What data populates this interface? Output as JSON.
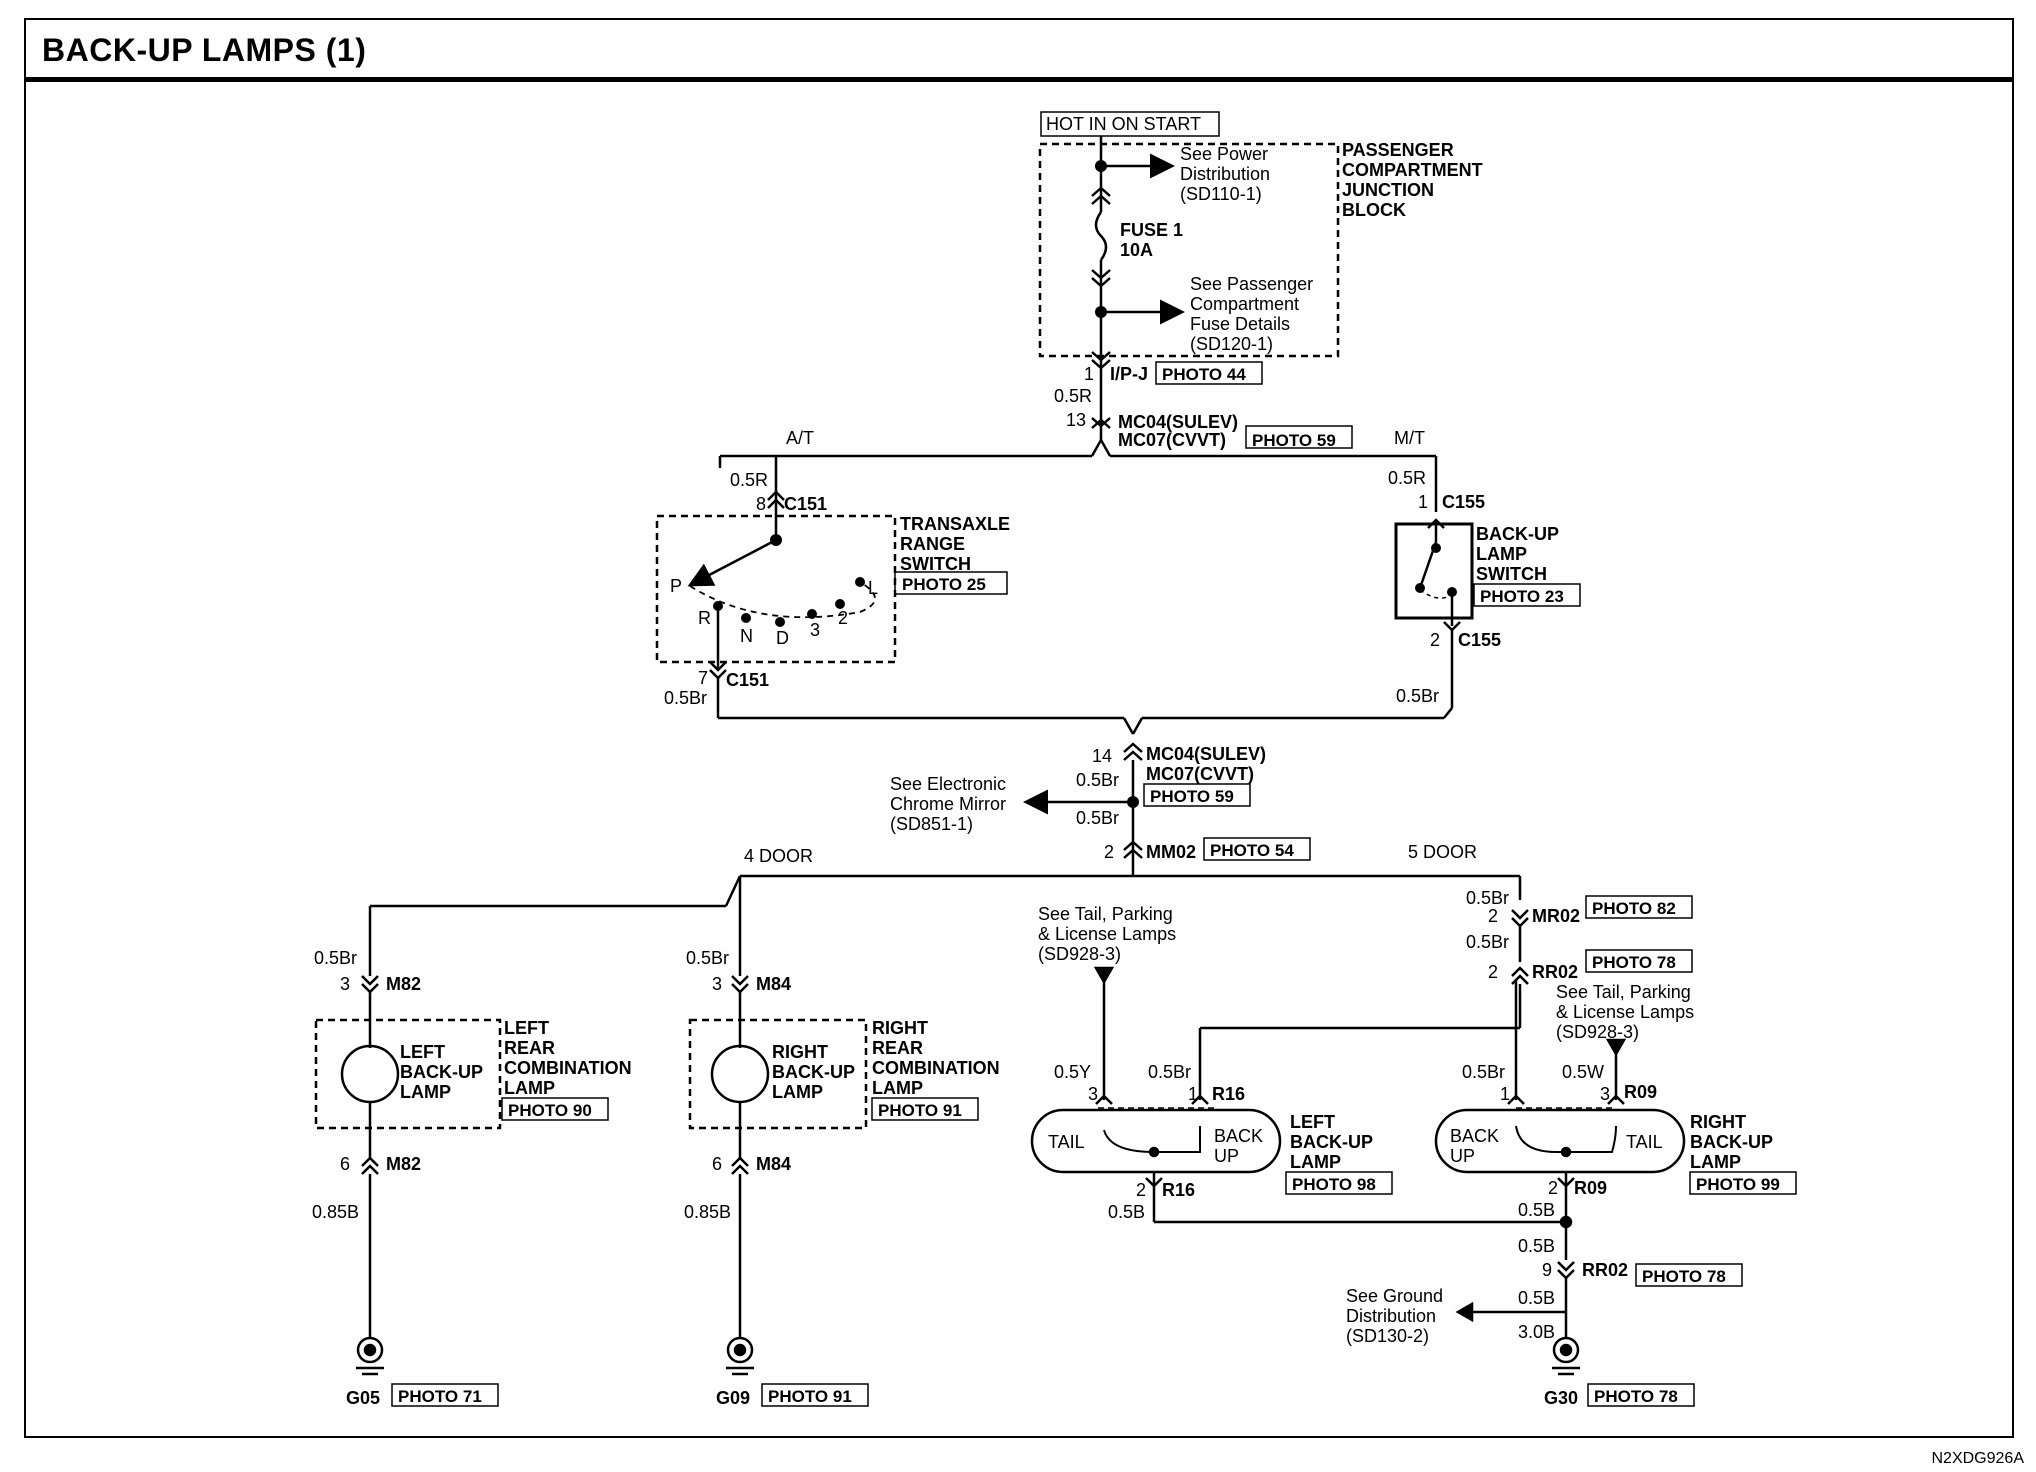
{
  "title": "BACK-UP LAMPS (1)",
  "doc_code": "N2XDG926A",
  "labels": {
    "hot_in_on_start": "HOT IN ON START",
    "see_power_dist": [
      "See Power",
      "Distribution",
      "(SD110-1)"
    ],
    "pcjb": [
      "PASSENGER",
      "COMPARTMENT",
      "JUNCTION",
      "BLOCK"
    ],
    "fuse": [
      "FUSE 1",
      "10A"
    ],
    "see_pc_fuse": [
      "See Passenger",
      "Compartment",
      "Fuse Details",
      "(SD120-1)"
    ],
    "ipj_pin": "1",
    "ipj": "I/P-J",
    "photo44": "PHOTO 44",
    "wire_05R": "0.5R",
    "mc_pin13": "13",
    "mc04_sulev": "MC04(SULEV)",
    "mc07_cvvt": "MC07(CVVT)",
    "photo59": "PHOTO 59",
    "at": "A/T",
    "mt": "M/T",
    "c151": "C151",
    "c151_pin8": "8",
    "c151_pin7": "7",
    "trs": [
      "TRANSAXLE",
      "RANGE",
      "SWITCH"
    ],
    "photo25": "PHOTO 25",
    "gears": [
      "P",
      "R",
      "N",
      "D",
      "3",
      "2",
      "L"
    ],
    "c155": "C155",
    "c155_pin1": "1",
    "c155_pin2": "2",
    "blsw": [
      "BACK-UP",
      "LAMP",
      "SWITCH"
    ],
    "photo23": "PHOTO 23",
    "wire_05Br": "0.5Br",
    "mc_pin14": "14",
    "see_ecm": [
      "See Electronic",
      "Chrome Mirror",
      "(SD851-1)"
    ],
    "mm02_pin": "2",
    "mm02": "MM02",
    "photo54": "PHOTO 54",
    "door4": "4 DOOR",
    "door5": "5 DOOR",
    "m82": "M82",
    "m84": "M84",
    "pin3": "3",
    "pin6": "6",
    "left_lamp": [
      "LEFT",
      "BACK-UP",
      "LAMP"
    ],
    "left_rcl": [
      "LEFT",
      "REAR",
      "COMBINATION",
      "LAMP"
    ],
    "photo90": "PHOTO 90",
    "right_lamp": [
      "RIGHT",
      "BACK-UP",
      "LAMP"
    ],
    "right_rcl": [
      "RIGHT",
      "REAR",
      "COMBINATION",
      "LAMP"
    ],
    "photo91": "PHOTO 91",
    "wire_085B": "0.85B",
    "g05": "G05",
    "photo71": "PHOTO 71",
    "g09": "G09",
    "see_tail_left": [
      "See Tail, Parking",
      "& License Lamps",
      "(SD928-3)"
    ],
    "see_tail_right": [
      "See Tail, Parking",
      "& License Lamps",
      "(SD928-3)"
    ],
    "mr02_pin": "2",
    "mr02": "MR02",
    "photo82": "PHOTO 82",
    "rr02_pin": "2",
    "rr02": "RR02",
    "photo78": "PHOTO 78",
    "wire_05Y": "0.5Y",
    "wire_05W": "0.5W",
    "r16": "R16",
    "r09": "R09",
    "pin1": "1",
    "pin2": "2",
    "tail": "TAIL",
    "back_up": [
      "BACK",
      "UP"
    ],
    "left_bul": [
      "LEFT",
      "BACK-UP",
      "LAMP"
    ],
    "photo98": "PHOTO 98",
    "right_bul": [
      "RIGHT",
      "BACK-UP",
      "LAMP"
    ],
    "photo99": "PHOTO 99",
    "wire_05B": "0.5B",
    "rr02_pin9": "9",
    "see_ground": [
      "See Ground",
      "Distribution",
      "(SD130-2)"
    ],
    "wire_30B": "3.0B",
    "g30": "G30"
  }
}
